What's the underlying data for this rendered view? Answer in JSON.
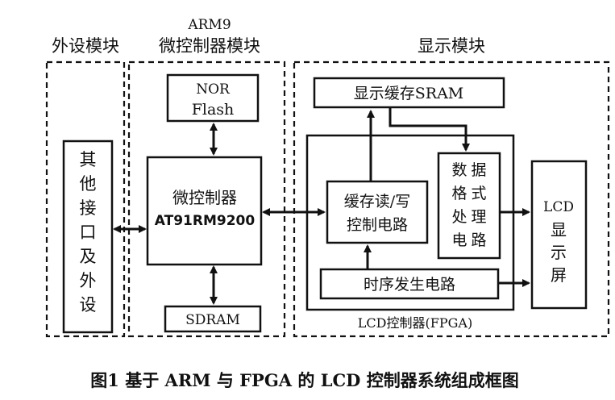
{
  "modules": {
    "peripheral": {
      "title": "外设模块",
      "box_text": [
        "其",
        "他",
        "接",
        "口",
        "及",
        "外",
        "设"
      ]
    },
    "arm9": {
      "title_line1": "ARM9",
      "title_line2": "微控制器模块",
      "nor_line1": "NOR",
      "nor_line2": "Flash",
      "mcu_line1": "微控制器",
      "mcu_line2": "AT91RM9200",
      "sdram": "SDRAM"
    },
    "display": {
      "title": "显示模块",
      "sram": "显示缓存SRAM",
      "rw_line1": "缓存读/写",
      "rw_line2": "控制电路",
      "fmt_text": [
        "数",
        "据",
        "格",
        "式",
        "处",
        "理",
        "电",
        "路"
      ],
      "timing": "时序发生电路",
      "lcd_text": [
        "LCD",
        "显",
        "示",
        "屏"
      ],
      "fpga_label": "LCD控制器(FPGA)"
    }
  },
  "caption": "图1  基于 ARM 与 FPGA 的 LCD 控制器系统组成框图"
}
